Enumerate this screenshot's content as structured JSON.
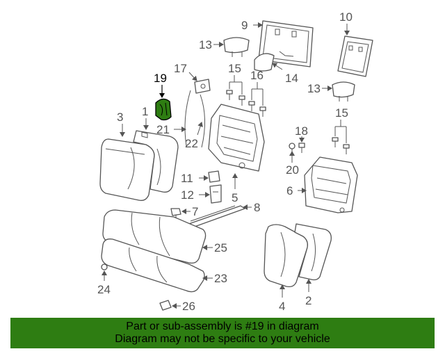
{
  "diagram": {
    "highlight_color": "#2e7d12",
    "highlighted_part": "19",
    "callouts": {
      "c1": "1",
      "c2": "2",
      "c3": "3",
      "c4": "4",
      "c5": "5",
      "c6": "6",
      "c7": "7",
      "c8": "8",
      "c9": "9",
      "c10": "10",
      "c11": "11",
      "c12": "12",
      "c13a": "13",
      "c13b": "13",
      "c14": "14",
      "c15a": "15",
      "c15b": "15",
      "c16": "16",
      "c17": "17",
      "c18": "18",
      "c19": "19",
      "c20": "20",
      "c21": "21",
      "c22": "22",
      "c23": "23",
      "c24": "24",
      "c25": "25",
      "c26": "26"
    }
  },
  "banner": {
    "line1": "Part or sub-assembly is #19 in diagram",
    "line2": "Diagram may not be specific to your vehicle"
  }
}
